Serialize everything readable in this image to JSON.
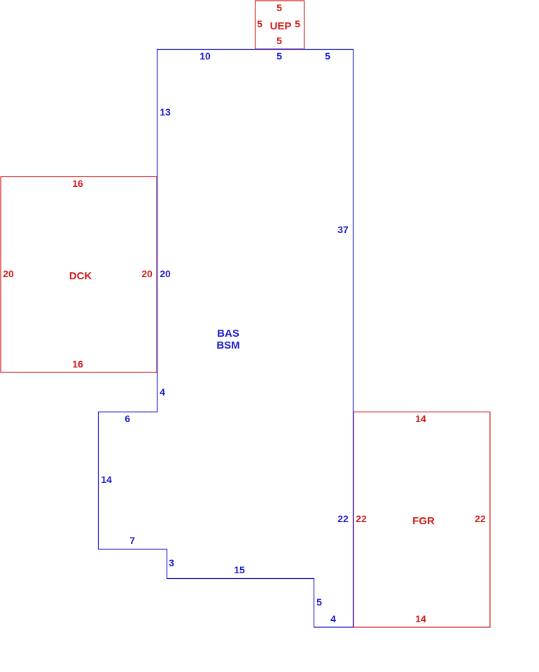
{
  "colors": {
    "main_structure": "#1a1ad0",
    "attached_areas": "#d01a1a",
    "background": "#ffffff"
  },
  "main_structure": {
    "labels": [
      "BAS",
      "BSM"
    ],
    "sides": [
      "10",
      "5",
      "5",
      "13",
      "20",
      "37",
      "4",
      "6",
      "14",
      "7",
      "3",
      "15",
      "5",
      "4",
      "22"
    ]
  },
  "uep": {
    "label": "UEP",
    "sides": [
      "5",
      "5",
      "5",
      "5"
    ]
  },
  "dck": {
    "label": "DCK",
    "sides": [
      "16",
      "20",
      "20",
      "16"
    ]
  },
  "fgr": {
    "label": "FGR",
    "sides": [
      "14",
      "22",
      "22",
      "14"
    ]
  }
}
